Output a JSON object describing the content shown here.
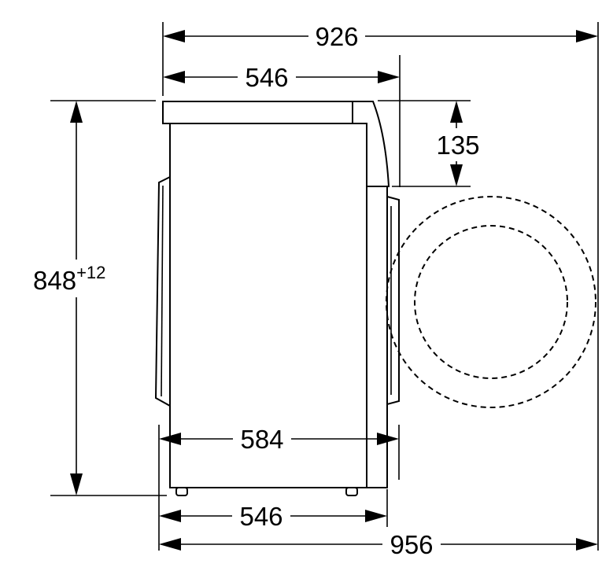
{
  "dimensions": {
    "total_depth_top": "926",
    "top_depth": "546",
    "control_panel_height": "135",
    "height_main": "848",
    "height_tolerance": "+12",
    "depth_with_door": "584",
    "bottom_depth": "546",
    "total_depth_bottom": "956"
  },
  "colors": {
    "line": "#000000",
    "background": "#ffffff"
  }
}
